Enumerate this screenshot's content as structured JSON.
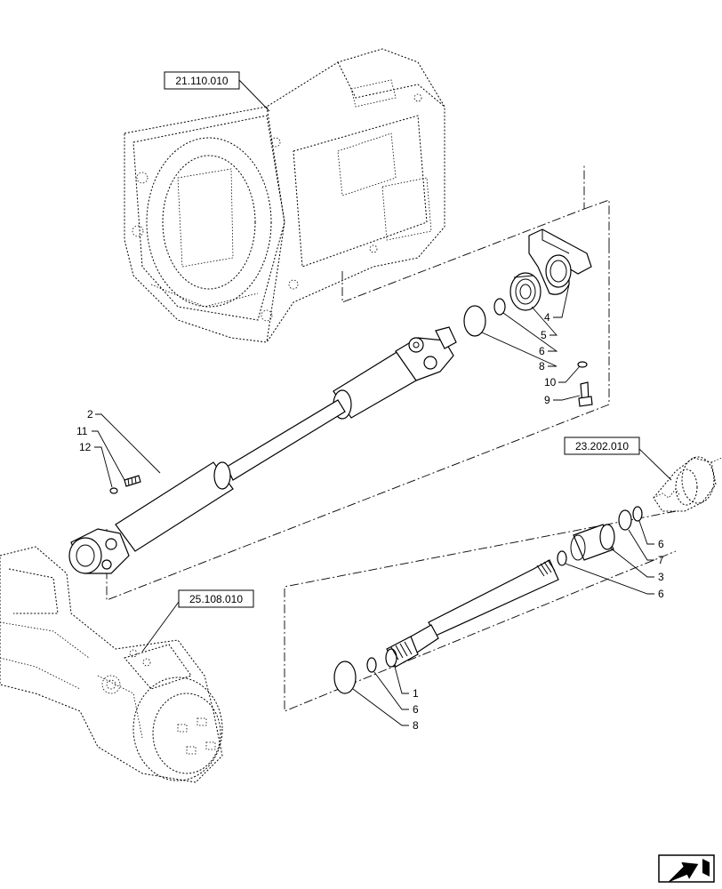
{
  "references": {
    "transmission": "21.110.010",
    "pto_gear": "23.202.010",
    "front_axle": "25.108.010"
  },
  "callouts": {
    "c4": "4",
    "c5": "5",
    "c6a": "6",
    "c8a": "8",
    "c10": "10",
    "c9": "9",
    "c2": "2",
    "c11": "11",
    "c12": "12",
    "c6b": "6",
    "c7": "7",
    "c3": "3",
    "c6c": "6",
    "c1": "1",
    "c6d": "6",
    "c8b": "8"
  },
  "nav_icon": "previous-page-arrow-icon"
}
